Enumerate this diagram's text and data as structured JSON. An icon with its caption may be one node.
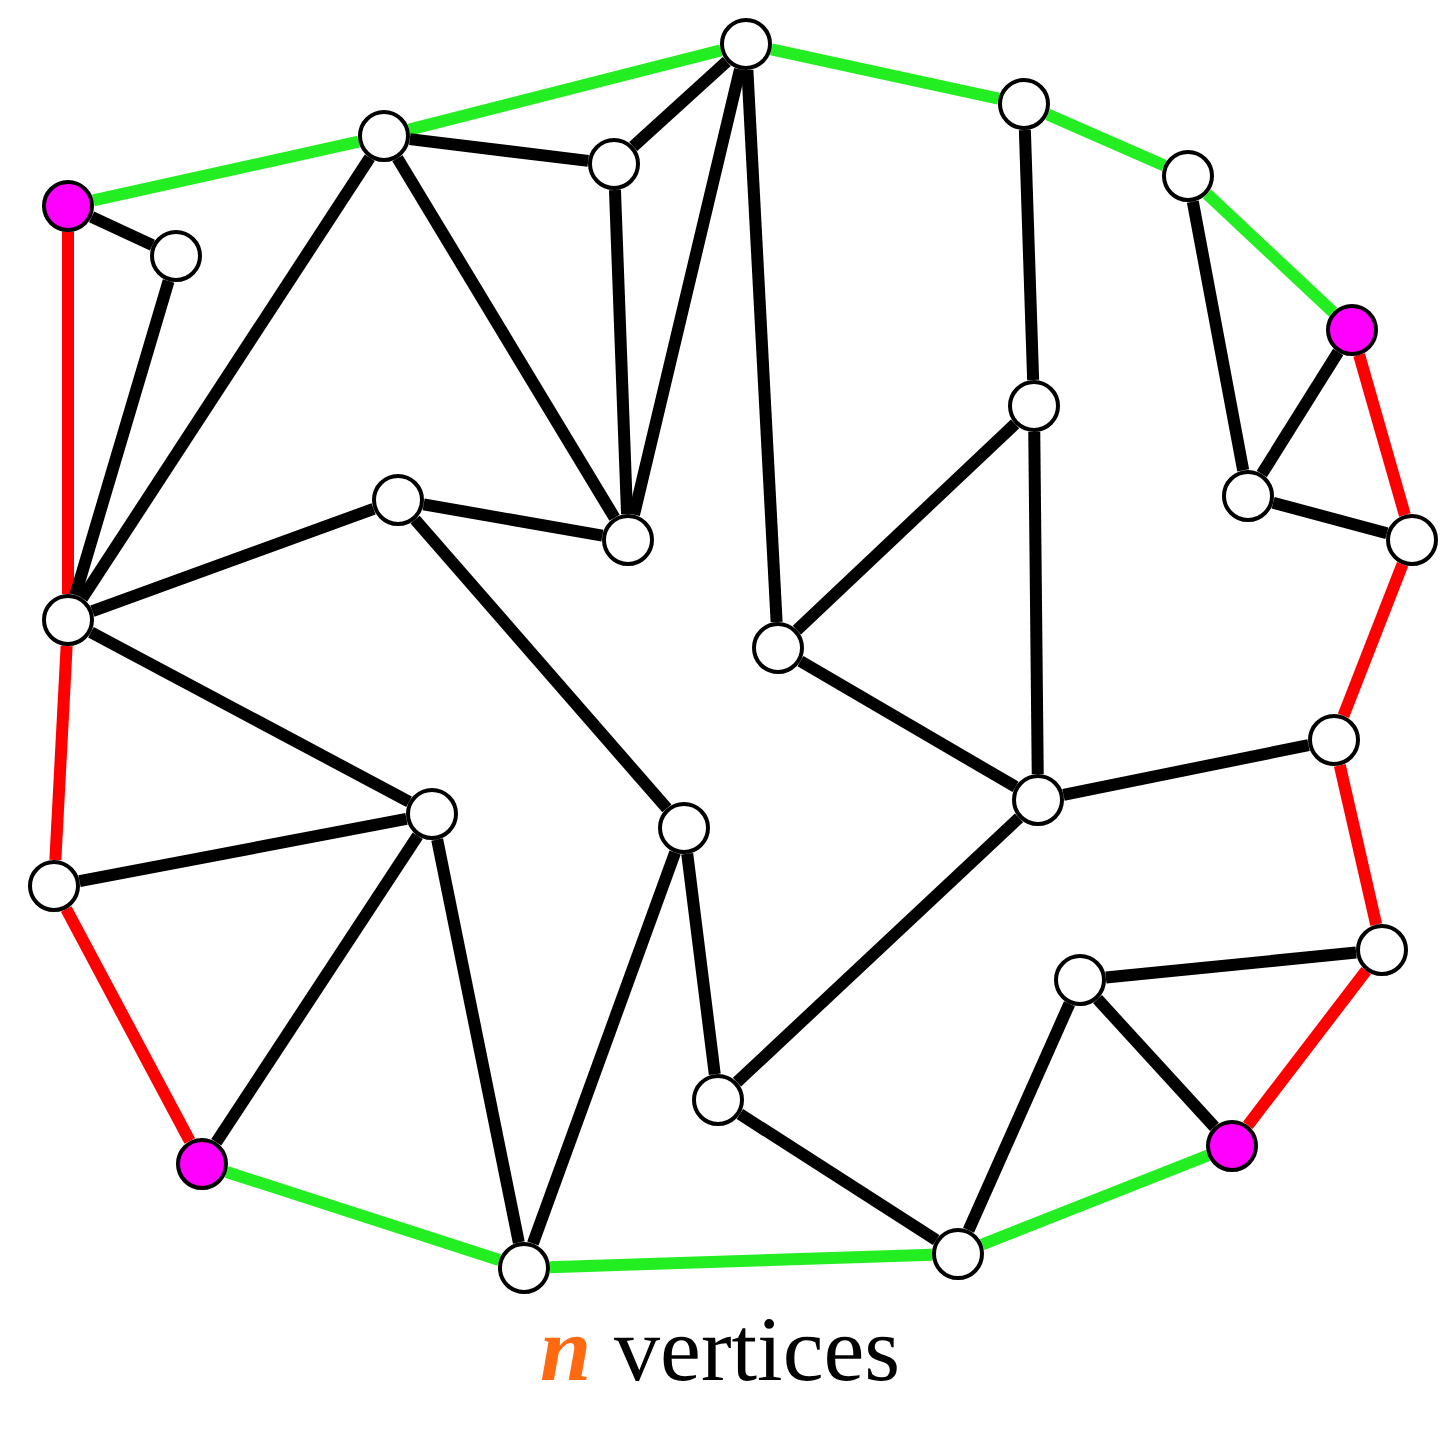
{
  "diagram": {
    "caption": "*n* vertices",
    "nodes": [
      {
        "text": [],
        "shape": "circle"
      },
      {
        "text": [],
        "shape": "circle"
      },
      {
        "text": [],
        "shape": "circle"
      },
      {
        "text": [],
        "shape": "circle"
      },
      {
        "text": [],
        "shape": "circle"
      },
      {
        "text": [],
        "shape": "circle"
      },
      {
        "text": [],
        "shape": "circle"
      },
      {
        "text": [],
        "shape": "circle"
      },
      {
        "text": [],
        "shape": "circle"
      },
      {
        "text": [],
        "shape": "circle"
      },
      {
        "text": [],
        "shape": "circle"
      },
      {
        "text": [],
        "shape": "circle"
      },
      {
        "text": [],
        "shape": "circle"
      },
      {
        "text": [],
        "shape": "circle"
      },
      {
        "text": [],
        "shape": "circle"
      },
      {
        "text": [],
        "shape": "circle"
      },
      {
        "text": [],
        "shape": "circle"
      },
      {
        "text": [],
        "shape": "circle"
      },
      {
        "text": [],
        "shape": "circle"
      },
      {
        "text": [],
        "shape": "circle"
      },
      {
        "text": [],
        "shape": "circle"
      },
      {
        "text": [],
        "shape": "circle"
      },
      {
        "text": [],
        "shape": "circle"
      },
      {
        "text": [],
        "shape": "circle"
      },
      {
        "text": [],
        "shape": "circle"
      },
      {
        "text": [],
        "shape": "circle"
      },
      {
        "text": [],
        "shape": "circle"
      }
    ],
    "edges": [
      {
        "from": 4,
        "to": 1,
        "arrow": "none",
        "color": "#22ee22"
      },
      {
        "from": 1,
        "to": 0,
        "arrow": "none",
        "color": "#22ee22"
      },
      {
        "from": 0,
        "to": 2,
        "arrow": "none",
        "color": "#22ee22"
      },
      {
        "from": 2,
        "to": 6,
        "arrow": "none",
        "color": "#22ee22"
      },
      {
        "from": 6,
        "to": 7,
        "arrow": "none",
        "color": "#22ee22"
      },
      {
        "from": 7,
        "to": 12,
        "arrow": "none",
        "color": "#ff0000"
      },
      {
        "from": 12,
        "to": 15,
        "arrow": "none",
        "color": "#ff0000"
      },
      {
        "from": 15,
        "to": 20,
        "arrow": "none",
        "color": "#ff0000"
      },
      {
        "from": 20,
        "to": 24,
        "arrow": "none",
        "color": "#ff0000"
      },
      {
        "from": 24,
        "to": 26,
        "arrow": "none",
        "color": "#22ee22"
      },
      {
        "from": 26,
        "to": 25,
        "arrow": "none",
        "color": "#22ee22"
      },
      {
        "from": 25,
        "to": 23,
        "arrow": "none",
        "color": "#22ee22"
      },
      {
        "from": 23,
        "to": 19,
        "arrow": "none",
        "color": "#ff0000"
      },
      {
        "from": 19,
        "to": 13,
        "arrow": "none",
        "color": "#ff0000"
      },
      {
        "from": 13,
        "to": 4,
        "arrow": "none",
        "color": "#ff0000"
      },
      {
        "from": 4,
        "to": 5,
        "arrow": "none"
      },
      {
        "from": 5,
        "to": 13,
        "arrow": "none"
      },
      {
        "from": 1,
        "to": 13,
        "arrow": "none"
      },
      {
        "from": 1,
        "to": 11,
        "arrow": "none"
      },
      {
        "from": 1,
        "to": 3,
        "arrow": "none"
      },
      {
        "from": 3,
        "to": 0,
        "arrow": "none"
      },
      {
        "from": 3,
        "to": 11,
        "arrow": "none"
      },
      {
        "from": 0,
        "to": 11,
        "arrow": "none"
      },
      {
        "from": 10,
        "to": 13,
        "arrow": "none"
      },
      {
        "from": 10,
        "to": 11,
        "arrow": "none"
      },
      {
        "from": 10,
        "to": 18,
        "arrow": "none"
      },
      {
        "from": 0,
        "to": 14,
        "arrow": "none"
      },
      {
        "from": 14,
        "to": 16,
        "arrow": "none"
      },
      {
        "from": 2,
        "to": 8,
        "arrow": "none"
      },
      {
        "from": 8,
        "to": 14,
        "arrow": "none"
      },
      {
        "from": 8,
        "to": 16,
        "arrow": "none"
      },
      {
        "from": 16,
        "to": 15,
        "arrow": "none"
      },
      {
        "from": 16,
        "to": 22,
        "arrow": "none"
      },
      {
        "from": 13,
        "to": 17,
        "arrow": "none"
      },
      {
        "from": 17,
        "to": 19,
        "arrow": "none"
      },
      {
        "from": 17,
        "to": 23,
        "arrow": "none"
      },
      {
        "from": 17,
        "to": 25,
        "arrow": "none"
      },
      {
        "from": 18,
        "to": 25,
        "arrow": "none"
      },
      {
        "from": 18,
        "to": 22,
        "arrow": "none"
      },
      {
        "from": 22,
        "to": 26,
        "arrow": "none"
      },
      {
        "from": 26,
        "to": 21,
        "arrow": "none"
      },
      {
        "from": 21,
        "to": 24,
        "arrow": "none"
      },
      {
        "from": 21,
        "to": 20,
        "arrow": "none"
      },
      {
        "from": 6,
        "to": 9,
        "arrow": "none"
      },
      {
        "from": 9,
        "to": 7,
        "arrow": "none"
      },
      {
        "from": 9,
        "to": 12,
        "arrow": "none"
      }
    ]
  }
}
